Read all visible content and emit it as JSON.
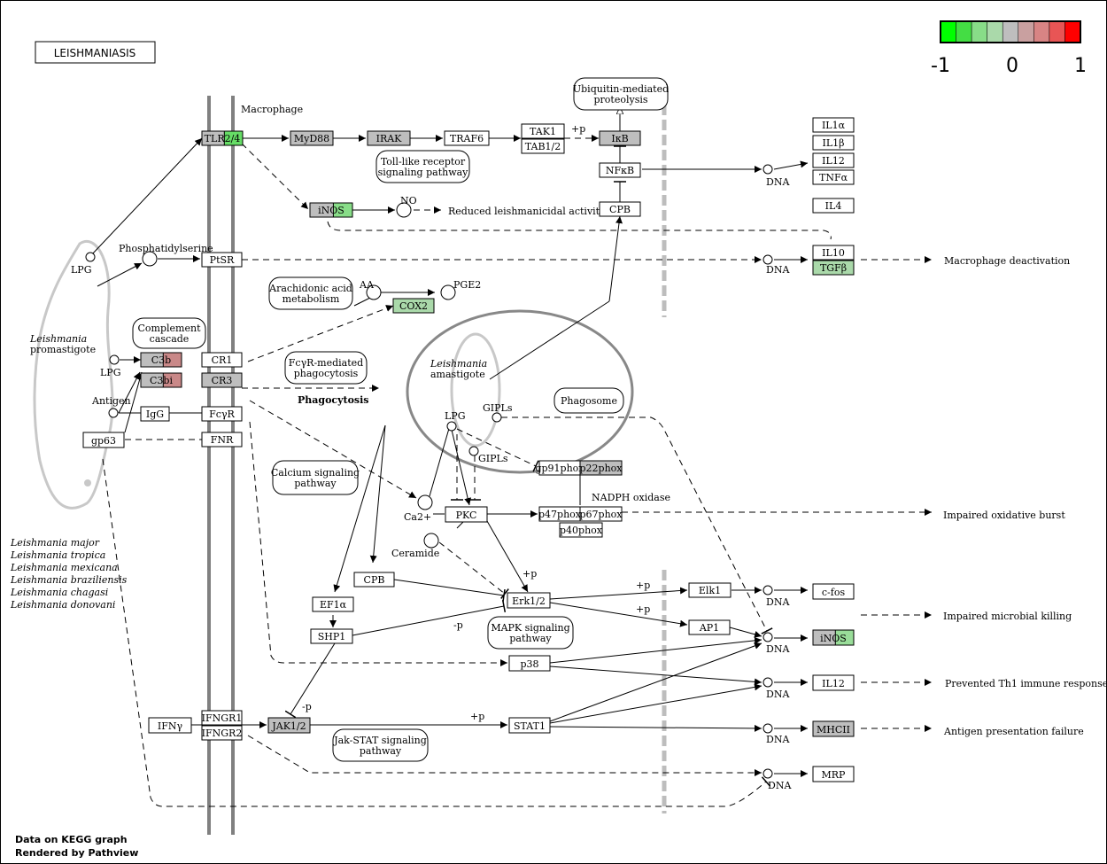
{
  "title": "LEISHMANIASIS",
  "legend": {
    "ticks": [
      "-1",
      "0",
      "1"
    ],
    "colors": [
      "#00ff00",
      "#44dd44",
      "#88dd88",
      "#aad9aa",
      "#bebebe",
      "#c9a0a0",
      "#d88484",
      "#e85555",
      "#ff0000"
    ]
  },
  "footer": {
    "line1": "Data on KEGG graph",
    "line2": "Rendered by Pathview"
  },
  "genes": [
    {
      "label": "TLR2/4",
      "fill": "#bebebe",
      "accent": "#66dd66"
    },
    {
      "label": "MyD88",
      "fill": "#bebebe"
    },
    {
      "label": "IRAK",
      "fill": "#bebebe"
    },
    {
      "label": "TRAF6",
      "fill": "#ffffff"
    },
    {
      "label": "TAK1",
      "fill": "#ffffff"
    },
    {
      "label": "TAB1/2",
      "fill": "#ffffff"
    },
    {
      "label": "IκB",
      "fill": "#bebebe"
    },
    {
      "label": "NFκB",
      "fill": "#ffffff"
    },
    {
      "label": "CPB",
      "fill": "#ffffff"
    },
    {
      "label": "iNOS",
      "fill": "#bebebe",
      "accent": "#88dd88"
    },
    {
      "label": "PtSR",
      "fill": "#ffffff"
    },
    {
      "label": "COX2",
      "fill": "#aad9aa"
    },
    {
      "label": "C3b",
      "fill": "#bebebe",
      "accent": "#c98888"
    },
    {
      "label": "C3bi",
      "fill": "#bebebe",
      "accent": "#c98888"
    },
    {
      "label": "CR1",
      "fill": "#ffffff"
    },
    {
      "label": "CR3",
      "fill": "#bebebe"
    },
    {
      "label": "IgG",
      "fill": "#ffffff"
    },
    {
      "label": "FcγR",
      "fill": "#ffffff"
    },
    {
      "label": "gp63",
      "fill": "#ffffff"
    },
    {
      "label": "FNR",
      "fill": "#ffffff"
    },
    {
      "label": "gp91phox",
      "fill": "#ffffff"
    },
    {
      "label": "p22phox",
      "fill": "#bebebe"
    },
    {
      "label": "p47phox",
      "fill": "#ffffff"
    },
    {
      "label": "p67phox",
      "fill": "#ffffff"
    },
    {
      "label": "p40phox",
      "fill": "#ffffff"
    },
    {
      "label": "PKC",
      "fill": "#ffffff"
    },
    {
      "label": "CPB",
      "fill": "#ffffff"
    },
    {
      "label": "EF1α",
      "fill": "#ffffff"
    },
    {
      "label": "SHP1",
      "fill": "#ffffff"
    },
    {
      "label": "Erk1/2",
      "fill": "#ffffff"
    },
    {
      "label": "Elk1",
      "fill": "#ffffff"
    },
    {
      "label": "AP1",
      "fill": "#ffffff"
    },
    {
      "label": "p38",
      "fill": "#ffffff"
    },
    {
      "label": "IFNγ",
      "fill": "#ffffff"
    },
    {
      "label": "IFNGR1",
      "fill": "#ffffff"
    },
    {
      "label": "IFNGR2",
      "fill": "#ffffff"
    },
    {
      "label": "JAK1/2",
      "fill": "#bebebe"
    },
    {
      "label": "STAT1",
      "fill": "#ffffff"
    },
    {
      "label": "IL1α",
      "fill": "#ffffff"
    },
    {
      "label": "IL1β",
      "fill": "#ffffff"
    },
    {
      "label": "IL12",
      "fill": "#ffffff"
    },
    {
      "label": "TNFα",
      "fill": "#ffffff"
    },
    {
      "label": "IL4",
      "fill": "#ffffff"
    },
    {
      "label": "IL10",
      "fill": "#ffffff"
    },
    {
      "label": "TGFβ",
      "fill": "#aad9aa"
    },
    {
      "label": "c-fos",
      "fill": "#ffffff"
    },
    {
      "label": "iNOS",
      "fill": "#bebebe",
      "accent": "#99dd99"
    },
    {
      "label": "IL12",
      "fill": "#ffffff"
    },
    {
      "label": "MHCII",
      "fill": "#bebebe"
    },
    {
      "label": "MRP",
      "fill": "#ffffff"
    }
  ],
  "pathways": [
    "Toll-like receptor|signaling pathway",
    "Ubiquitin-mediated|proteolysis",
    "Arachidonic acid|metabolism",
    "Complement|cascade",
    "FcγR-mediated|phagocytosis",
    "Phagosome",
    "Calcium signaling|pathway",
    "MAPK signaling|pathway",
    "Jak-STAT signaling|pathway"
  ],
  "labels": {
    "macrophage": "Macrophage",
    "no": "NO",
    "reduced": "Reduced leishmanicidal activity",
    "lpg": "LPG",
    "phosphatidylserine": "Phosphatidylserine",
    "aa": "AA",
    "pge2": "PGE2",
    "promastigote1": "Leishmania",
    "promastigote2": "promastigote",
    "antigen": "Antigen",
    "phagocytosis": "Phagocytosis",
    "amastigote1": "Leishmania",
    "amastigote2": "amastigote",
    "gipls": "GIPLs",
    "nadph": "NADPH oxidase",
    "ca": "Ca2+",
    "ceramide": "Ceramide",
    "dna": "DNA",
    "plusp": "+p",
    "minusp": "-p",
    "species": [
      "Leishmania major",
      "Leishmania tropica",
      "Leishmania mexicana",
      "Leishmania braziliensis",
      "Leishmania chagasi",
      "Leishmania donovani"
    ],
    "outcomes": [
      "Macrophage deactivation",
      "Impaired oxidative burst",
      "Impaired microbial killing",
      "Prevented Th1 immune response",
      "Antigen presentation failure"
    ]
  }
}
